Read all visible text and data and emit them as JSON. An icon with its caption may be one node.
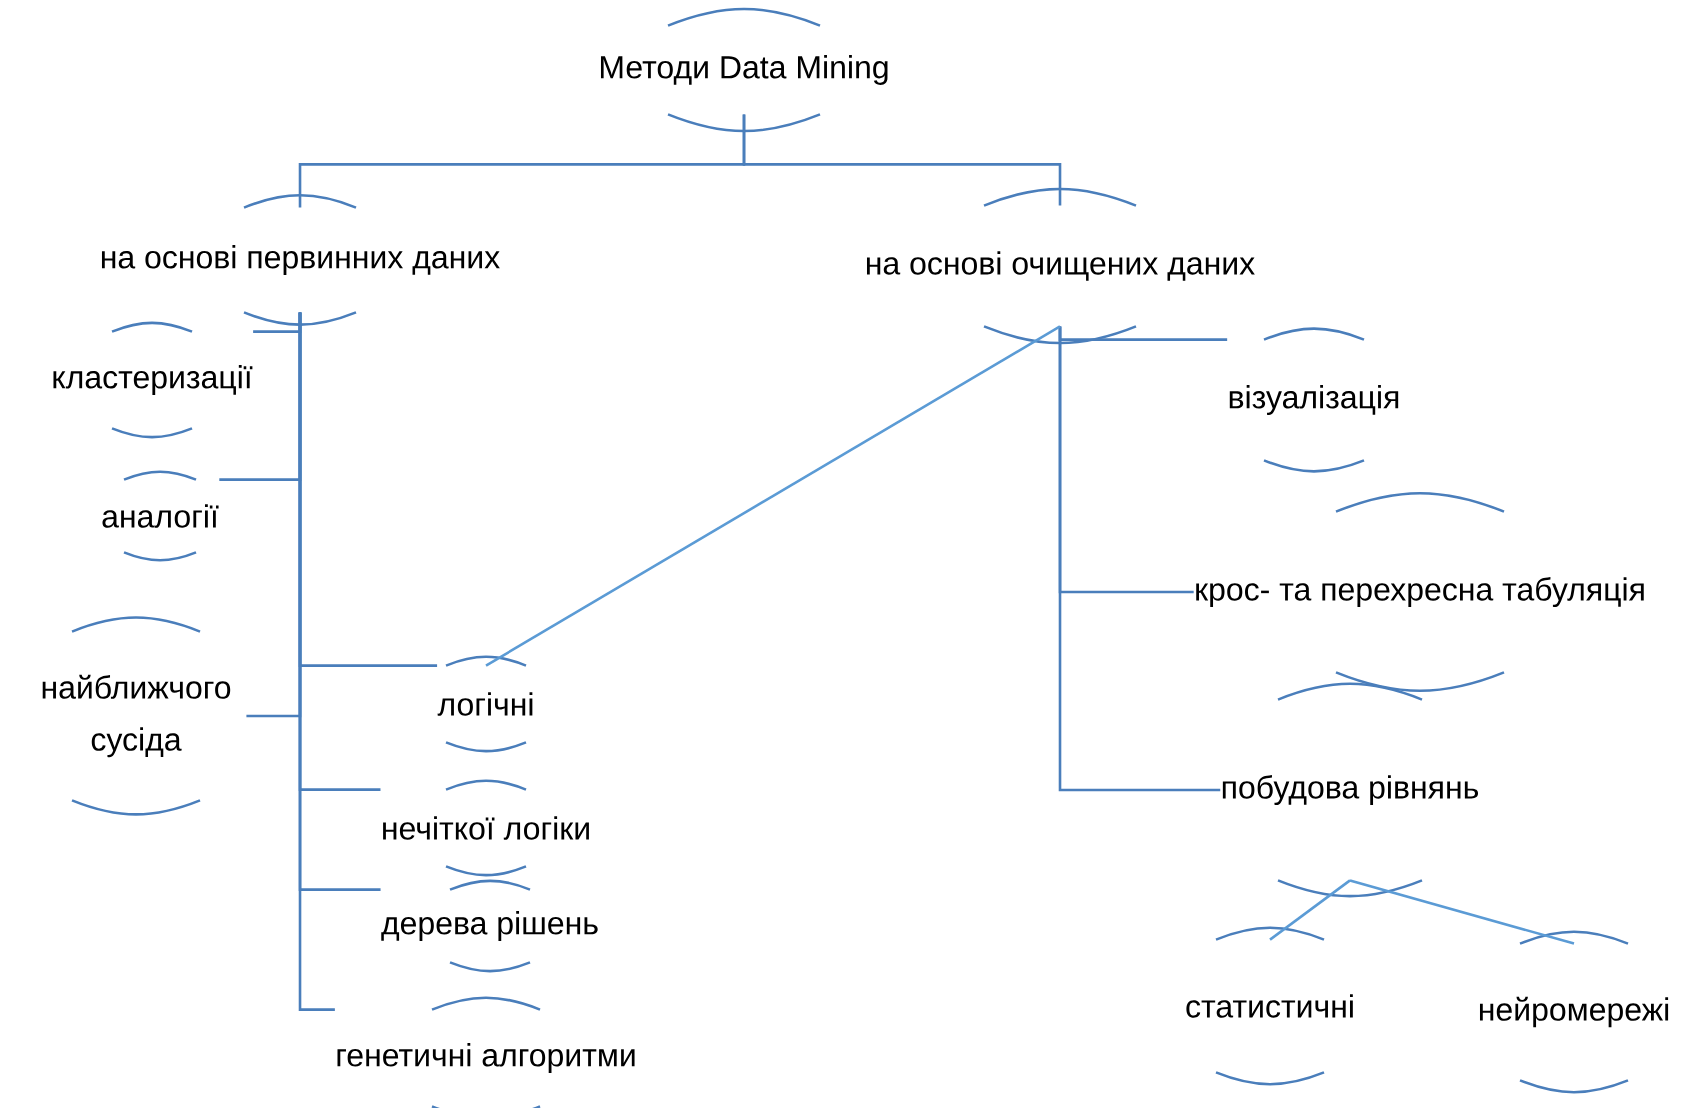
{
  "diagram": {
    "nodes": [
      {
        "text": [
          "Методи Data Mining"
        ]
      },
      {
        "text": [
          "на основі первинних даних"
        ]
      },
      {
        "text": [
          "на основі очищених даних"
        ]
      },
      {
        "text": [
          "кластеризації"
        ]
      },
      {
        "text": [
          "аналогії"
        ]
      },
      {
        "text": [
          "найближчого сусіда"
        ]
      },
      {
        "text": [
          "логічні"
        ]
      },
      {
        "text": [
          "нечіткої логіки"
        ]
      },
      {
        "text": [
          "дерева рішень"
        ]
      },
      {
        "text": [
          "генетичні алгоритми"
        ]
      },
      {
        "text": [
          "візуалізація"
        ]
      },
      {
        "text": [
          "крос- та перехресна табуляція"
        ]
      },
      {
        "text": [
          "побудова рівнянь"
        ]
      },
      {
        "text": [
          "статистичні"
        ]
      },
      {
        "text": [
          "нейромережі"
        ]
      }
    ],
    "edges": [
      {
        "from": 0,
        "to": 1,
        "arrow": "none"
      },
      {
        "from": 0,
        "to": 2,
        "arrow": "none"
      },
      {
        "from": 1,
        "to": 3,
        "arrow": "none"
      },
      {
        "from": 1,
        "to": 4,
        "arrow": "none"
      },
      {
        "from": 1,
        "to": 5,
        "arrow": "none"
      },
      {
        "from": 1,
        "to": 6,
        "arrow": "none"
      },
      {
        "from": 1,
        "to": 7,
        "arrow": "none"
      },
      {
        "from": 1,
        "to": 8,
        "arrow": "none"
      },
      {
        "from": 1,
        "to": 9,
        "arrow": "none"
      },
      {
        "from": 2,
        "to": 10,
        "arrow": "none"
      },
      {
        "from": 2,
        "to": 11,
        "arrow": "none"
      },
      {
        "from": 2,
        "to": 12,
        "arrow": "none"
      },
      {
        "from": 2,
        "to": 6,
        "arrow": "none",
        "color": "#5b9bd5"
      },
      {
        "from": 12,
        "to": 13,
        "arrow": "none",
        "color": "#5b9bd5"
      },
      {
        "from": 12,
        "to": 14,
        "arrow": "none",
        "color": "#5b9bd5"
      }
    ]
  }
}
